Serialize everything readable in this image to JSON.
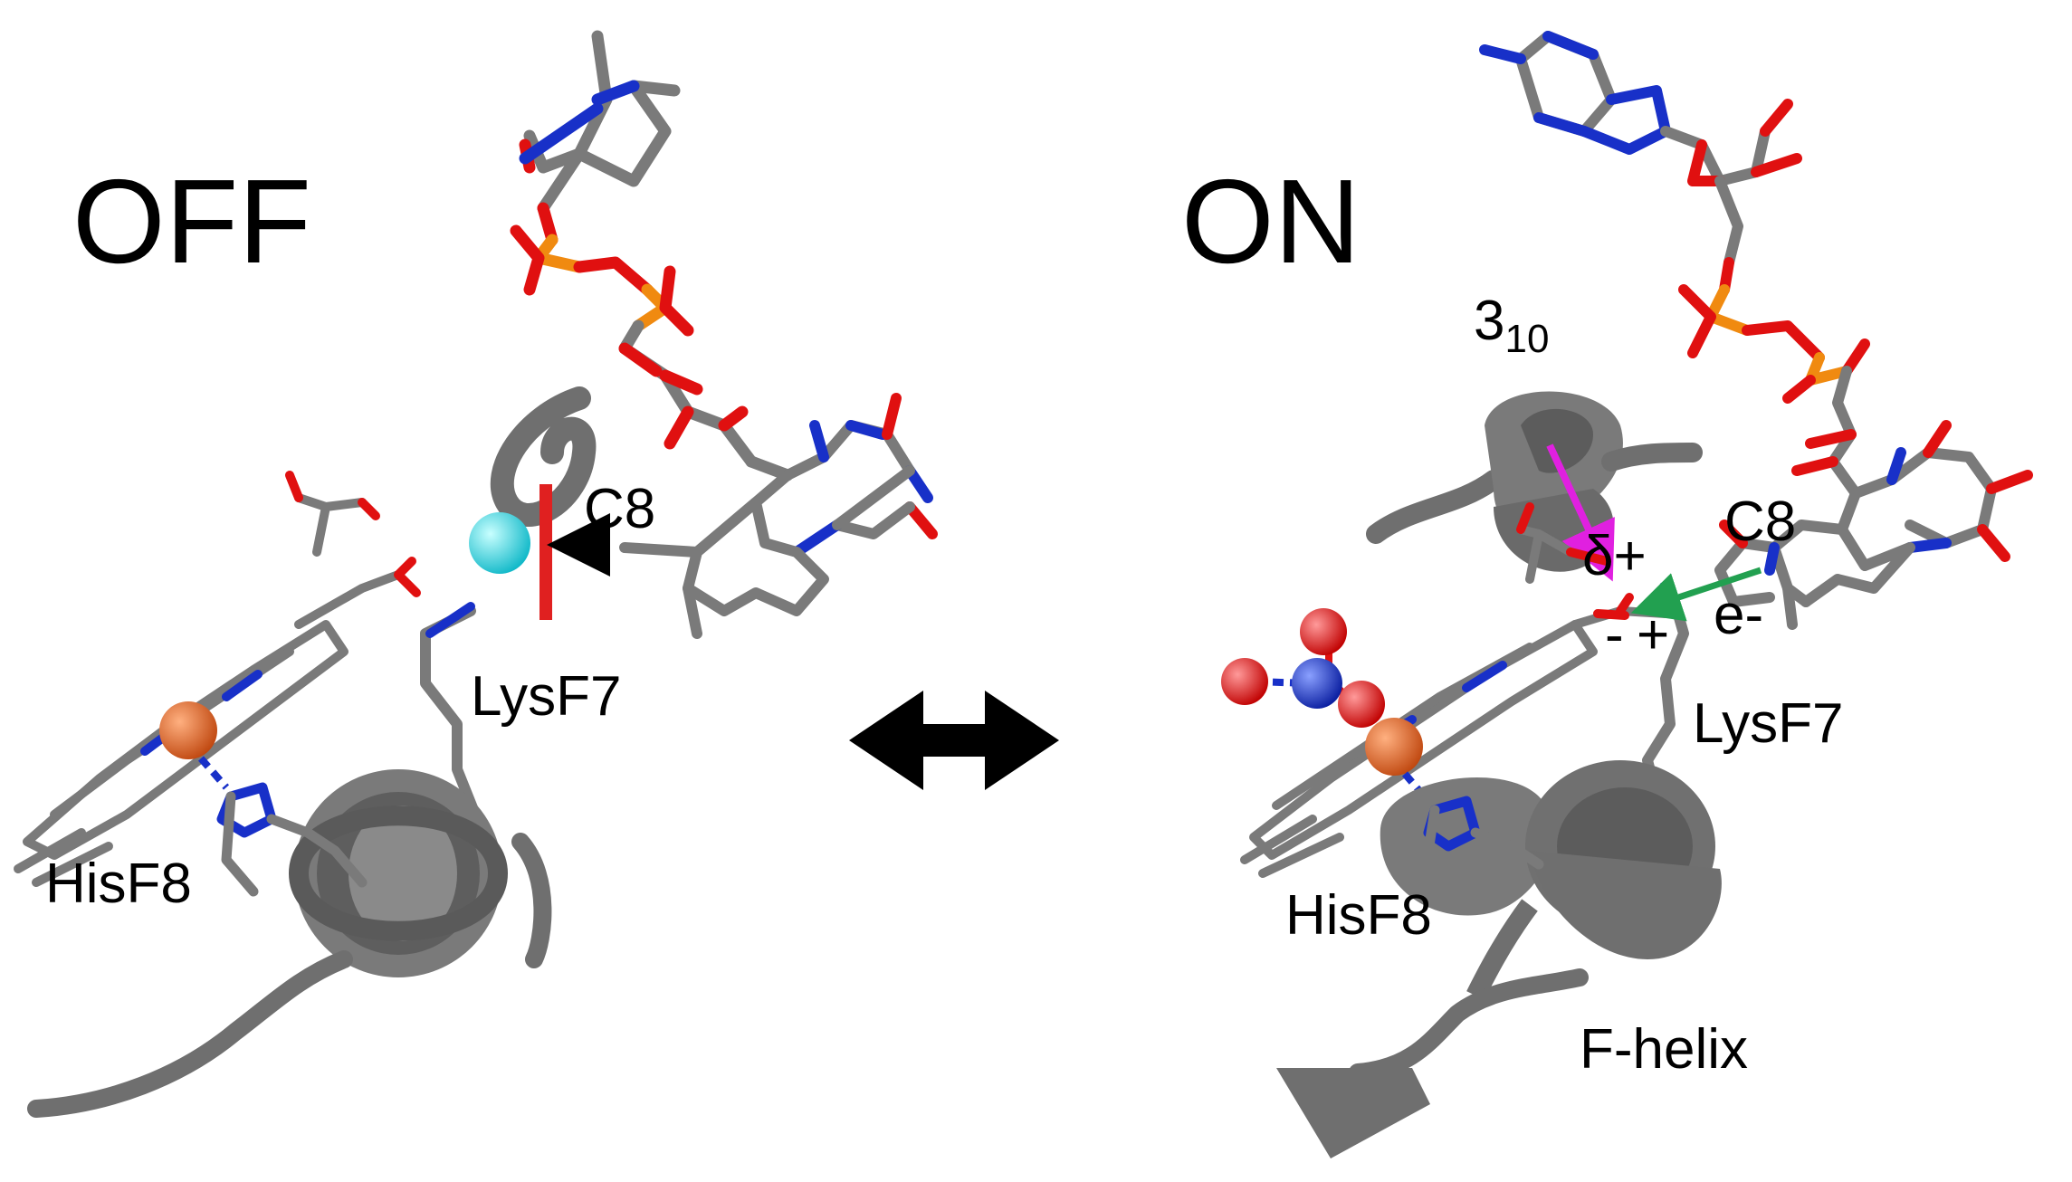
{
  "colors": {
    "carbon": "#7a7a7a",
    "oxygen": "#e01010",
    "nitrogen": "#1830c8",
    "phosphorus": "#f08a10",
    "iron": "#e0642a",
    "probe": "#22d4e0",
    "block": "#e02020",
    "dipole": "#e020e0",
    "electron": "#22a050",
    "ribbon": "#6f6f6f"
  },
  "off_panel": {
    "state_label": "OFF",
    "c8_label": "C8",
    "lys_label": "LysF7",
    "his_label": "HisF8"
  },
  "on_panel": {
    "state_label": "ON",
    "helix310_base": "3",
    "helix310_sub": "10",
    "c8_label": "C8",
    "delta_label": "δ+",
    "minus_label": "-",
    "plus_label": "+",
    "electron_label": "e-",
    "lys_label": "LysF7",
    "his_label": "HisF8",
    "fhelix_label": "F-helix"
  },
  "equilibrium_icon": "double-headed-arrow-icon"
}
